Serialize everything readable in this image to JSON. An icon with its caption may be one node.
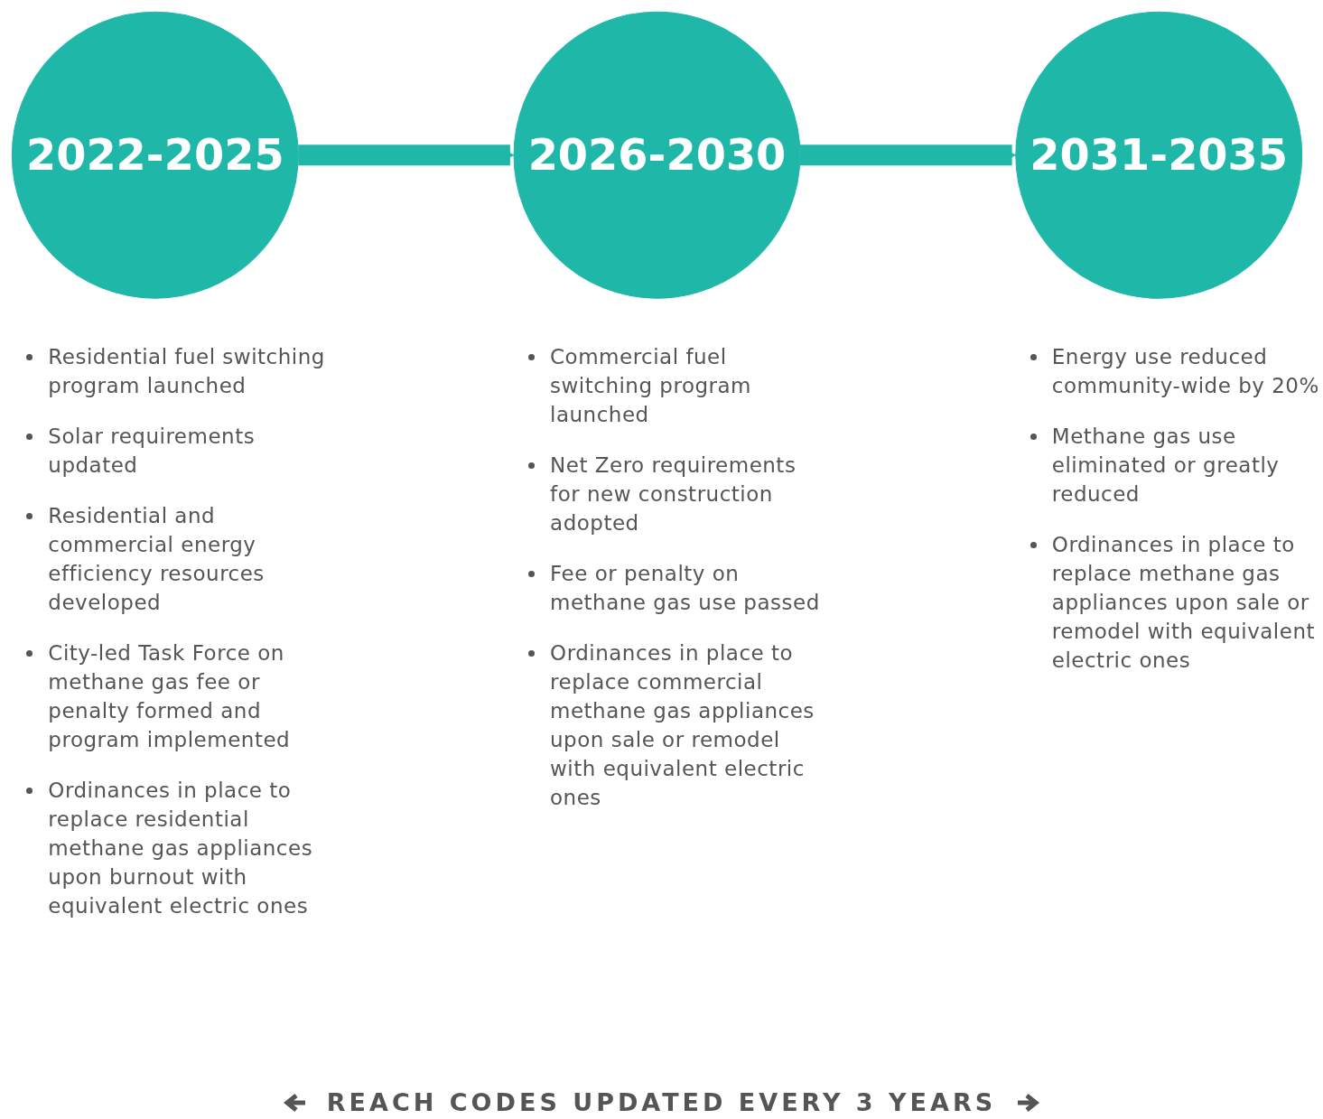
{
  "diagram": {
    "nodes": [
      {
        "text": [
          "2022-2025"
        ],
        "beside": [
          "Residential fuel switching program launched",
          "Solar requirements updated",
          "Residential and commercial energy efficiency resources developed",
          "City-led Task Force on methane gas fee or penalty formed and program implemented",
          "Ordinances in place to replace residential methane gas appliances upon burnout with equivalent electric ones"
        ]
      },
      {
        "text": [
          "2026-2030"
        ],
        "beside": [
          "Commercial fuel switching program launched",
          "Net Zero requirements for new construction adopted",
          "Fee or penalty on methane gas use passed",
          "Ordinances in place to replace commercial methane gas appliances upon sale or remodel with equivalent electric ones"
        ]
      },
      {
        "text": [
          "2031-2035"
        ],
        "beside": [
          "Energy use reduced community-wide by 20%",
          "Methane gas use eliminated or greatly reduced",
          "Ordinances in place to replace methane gas appliances upon sale or remodel with equivalent electric ones"
        ]
      }
    ],
    "edges": [
      {
        "from": 0,
        "to": 1,
        "arrow": "to"
      },
      {
        "from": 1,
        "to": 2,
        "arrow": "to"
      }
    ],
    "labels": [
      "REACH CODES UPDATED EVERY 3 YEARS"
    ]
  }
}
